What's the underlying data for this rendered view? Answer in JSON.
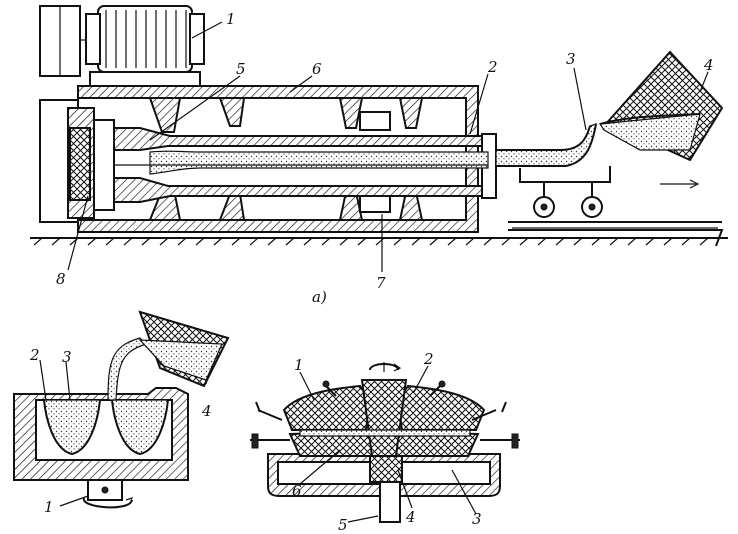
{
  "figure": {
    "top_caption": "а)",
    "top_labels": {
      "l1": "1",
      "l2": "2",
      "l3": "3",
      "l4": "4",
      "l5": "5",
      "l6": "6",
      "l7": "7",
      "l8": "8"
    },
    "bottom_left_labels": {
      "l1": "1",
      "l2": "2",
      "l3": "3",
      "l4": "4"
    },
    "bottom_right_labels": {
      "l1": "1",
      "l2": "2",
      "l3": "3",
      "l4": "4",
      "l5": "5",
      "l6": "6"
    }
  }
}
